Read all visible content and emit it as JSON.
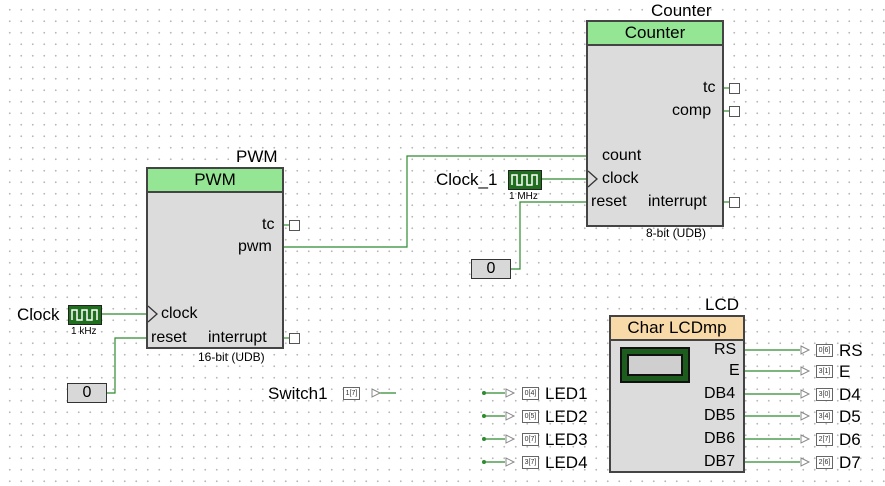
{
  "pwm": {
    "instance": "PWM",
    "header": "PWM",
    "pins": {
      "tc": "tc",
      "pwm": "pwm",
      "clock": "clock",
      "reset": "reset",
      "interrupt": "interrupt"
    },
    "footer": "16-bit (UDB)"
  },
  "counter": {
    "instance": "Counter",
    "header": "Counter",
    "pins": {
      "tc": "tc",
      "comp": "comp",
      "count": "count",
      "clock": "clock",
      "reset": "reset",
      "interrupt": "interrupt"
    },
    "footer": "8-bit (UDB)"
  },
  "clock_pwm": {
    "label": "Clock",
    "freq": "1 kHz"
  },
  "clock_counter": {
    "label": "Clock_1",
    "freq": "1 MHz"
  },
  "const_pwm": {
    "value": "0"
  },
  "const_counter": {
    "value": "0"
  },
  "switch": {
    "label": "Switch1",
    "pin": "1[7]"
  },
  "leds": [
    {
      "label": "LED1",
      "pin": "0[4]"
    },
    {
      "label": "LED2",
      "pin": "0[5]"
    },
    {
      "label": "LED3",
      "pin": "0[7]"
    },
    {
      "label": "LED4",
      "pin": "3[7]"
    }
  ],
  "lcd": {
    "instance": "LCD",
    "header": "Char LCDmp",
    "pins": [
      {
        "name": "RS",
        "port": "0[6]",
        "out": "RS"
      },
      {
        "name": "E",
        "port": "3[1]",
        "out": "E"
      },
      {
        "name": "DB4",
        "port": "3[0]",
        "out": "D4"
      },
      {
        "name": "DB5",
        "port": "3[4]",
        "out": "D5"
      },
      {
        "name": "DB6",
        "port": "2[7]",
        "out": "D6"
      },
      {
        "name": "DB7",
        "port": "2[6]",
        "out": "D7"
      }
    ]
  },
  "colors": {
    "wire": "#2e8b2e",
    "component_header": "#94e694",
    "lcd_header": "#f8d9a8",
    "body": "#dcdcdc"
  }
}
